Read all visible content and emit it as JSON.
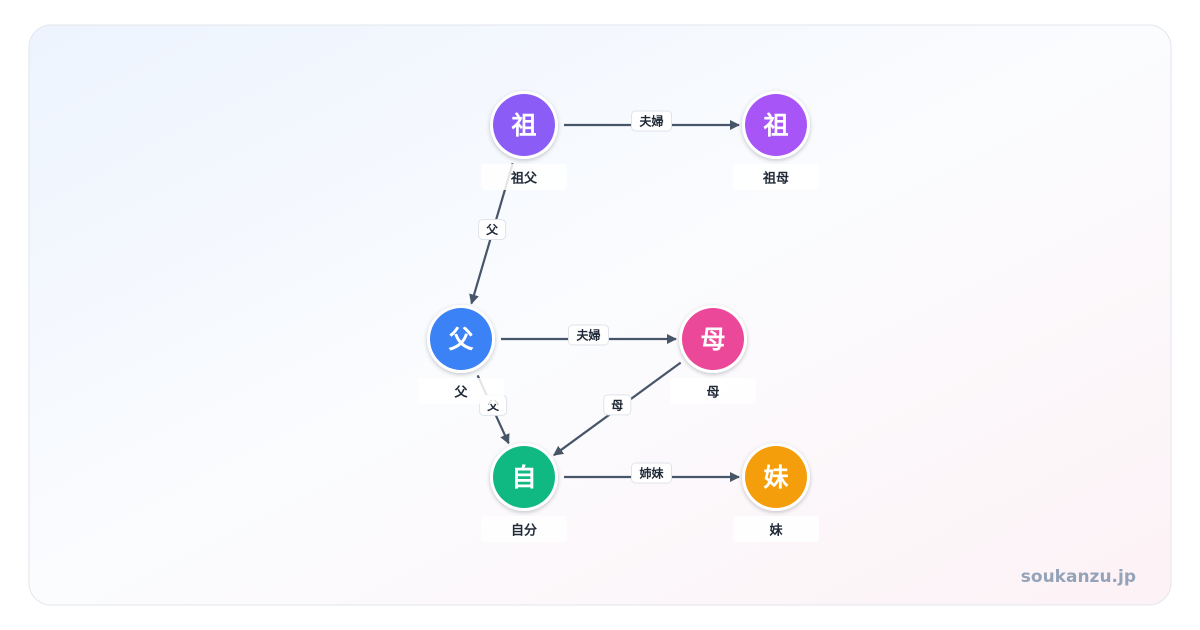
{
  "diagram": {
    "watermark": "soukanzu.jp",
    "nodes": [
      {
        "id": "grandfather",
        "glyph": "祖",
        "name": "祖父",
        "color": "#8b5cf6"
      },
      {
        "id": "grandmother",
        "glyph": "祖",
        "name": "祖母",
        "color": "#a855f7"
      },
      {
        "id": "father",
        "glyph": "父",
        "name": "父",
        "color": "#3b82f6"
      },
      {
        "id": "mother",
        "glyph": "母",
        "name": "母",
        "color": "#ec4899"
      },
      {
        "id": "self",
        "glyph": "自",
        "name": "自分",
        "color": "#10b981"
      },
      {
        "id": "sister",
        "glyph": "妹",
        "name": "妹",
        "color": "#f59e0b"
      }
    ],
    "edges": [
      {
        "from": "grandfather",
        "to": "grandmother",
        "label": "夫婦"
      },
      {
        "from": "grandfather",
        "to": "father",
        "label": "父"
      },
      {
        "from": "father",
        "to": "mother",
        "label": "夫婦"
      },
      {
        "from": "father",
        "to": "self",
        "label": "父"
      },
      {
        "from": "mother",
        "to": "self",
        "label": "母"
      },
      {
        "from": "self",
        "to": "sister",
        "label": "姉妹"
      }
    ]
  }
}
